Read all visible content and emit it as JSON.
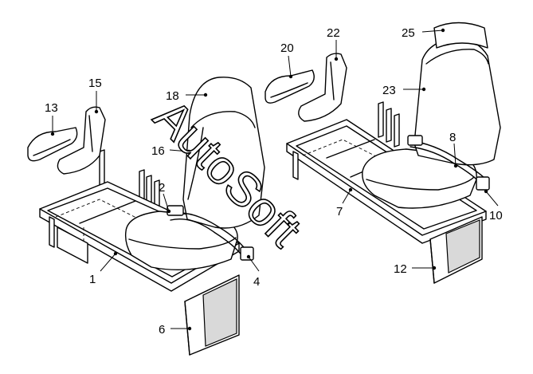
{
  "diagram": {
    "callouts": [
      "1",
      "2",
      "4",
      "6",
      "7",
      "8",
      "10",
      "12",
      "13",
      "15",
      "16",
      "18",
      "20",
      "22",
      "23",
      "25"
    ]
  },
  "watermark": {
    "text": "AutoSoft"
  },
  "colors": {
    "line": "#000000",
    "background": "#ffffff",
    "watermark_fill": "#ffffff"
  }
}
